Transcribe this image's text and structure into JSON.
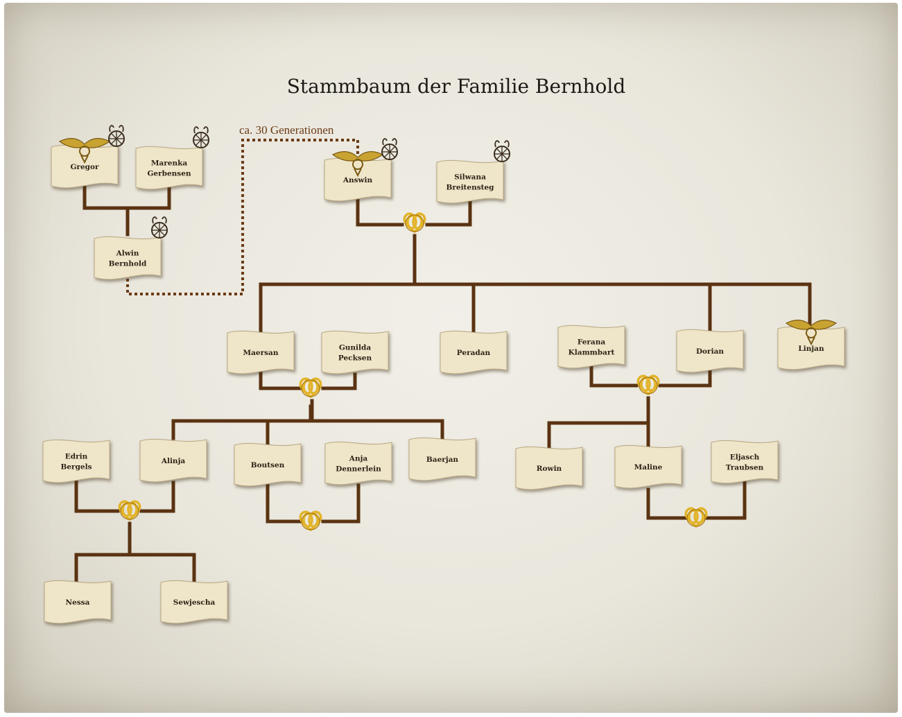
{
  "title": "Stammbaum der Familie Bernhold",
  "generations_note": "ca. 30 Generationen",
  "colors": {
    "line": "#5a3312",
    "dotted": "#6b3b16",
    "card": "#efe5c9",
    "ring": "#e2b42a"
  },
  "icons": {
    "marriage": "golden-rings-heart-icon",
    "deceased": "wheel-of-life-icon",
    "crest": "winged-emblem-icon"
  },
  "people": [
    {
      "id": "gregor",
      "lines": [
        "Gregor"
      ],
      "crest": true,
      "deceased": true
    },
    {
      "id": "marenka",
      "lines": [
        "Marenka",
        "Gerbensen"
      ],
      "crest": false,
      "deceased": true
    },
    {
      "id": "alwin",
      "lines": [
        "Alwin",
        "Bernhold"
      ],
      "crest": false,
      "deceased": true
    },
    {
      "id": "answin",
      "lines": [
        "Answin"
      ],
      "crest": true,
      "deceased": true
    },
    {
      "id": "silwana",
      "lines": [
        "Silwana",
        "Breitensteg"
      ],
      "crest": false,
      "deceased": true
    },
    {
      "id": "maersan",
      "lines": [
        "Maersan"
      ],
      "crest": false,
      "deceased": false
    },
    {
      "id": "gunilda",
      "lines": [
        "Gunilda",
        "Pecksen"
      ],
      "crest": false,
      "deceased": false
    },
    {
      "id": "peradan",
      "lines": [
        "Peradan"
      ],
      "crest": false,
      "deceased": false
    },
    {
      "id": "ferana",
      "lines": [
        "Ferana",
        "Klammbart"
      ],
      "crest": false,
      "deceased": false
    },
    {
      "id": "dorian",
      "lines": [
        "Dorian"
      ],
      "crest": false,
      "deceased": false
    },
    {
      "id": "linjan",
      "lines": [
        "Linjan"
      ],
      "crest": true,
      "deceased": false
    },
    {
      "id": "edrin",
      "lines": [
        "Edrin",
        "Bergels"
      ],
      "crest": false,
      "deceased": false
    },
    {
      "id": "alinja",
      "lines": [
        "Alinja"
      ],
      "crest": false,
      "deceased": false
    },
    {
      "id": "boutsen",
      "lines": [
        "Boutsen"
      ],
      "crest": false,
      "deceased": false
    },
    {
      "id": "anja",
      "lines": [
        "Anja",
        "Dennerlein"
      ],
      "crest": false,
      "deceased": false
    },
    {
      "id": "baerjan",
      "lines": [
        "Baerjan"
      ],
      "crest": false,
      "deceased": false
    },
    {
      "id": "rowin",
      "lines": [
        "Rowin"
      ],
      "crest": false,
      "deceased": false
    },
    {
      "id": "maline",
      "lines": [
        "Maline"
      ],
      "crest": false,
      "deceased": false
    },
    {
      "id": "eljasch",
      "lines": [
        "Eljasch",
        "Traubsen"
      ],
      "crest": false,
      "deceased": false
    },
    {
      "id": "nessa",
      "lines": [
        "Nessa"
      ],
      "crest": false,
      "deceased": false
    },
    {
      "id": "sewjescha",
      "lines": [
        "Sewjescha"
      ],
      "crest": false,
      "deceased": false
    }
  ]
}
